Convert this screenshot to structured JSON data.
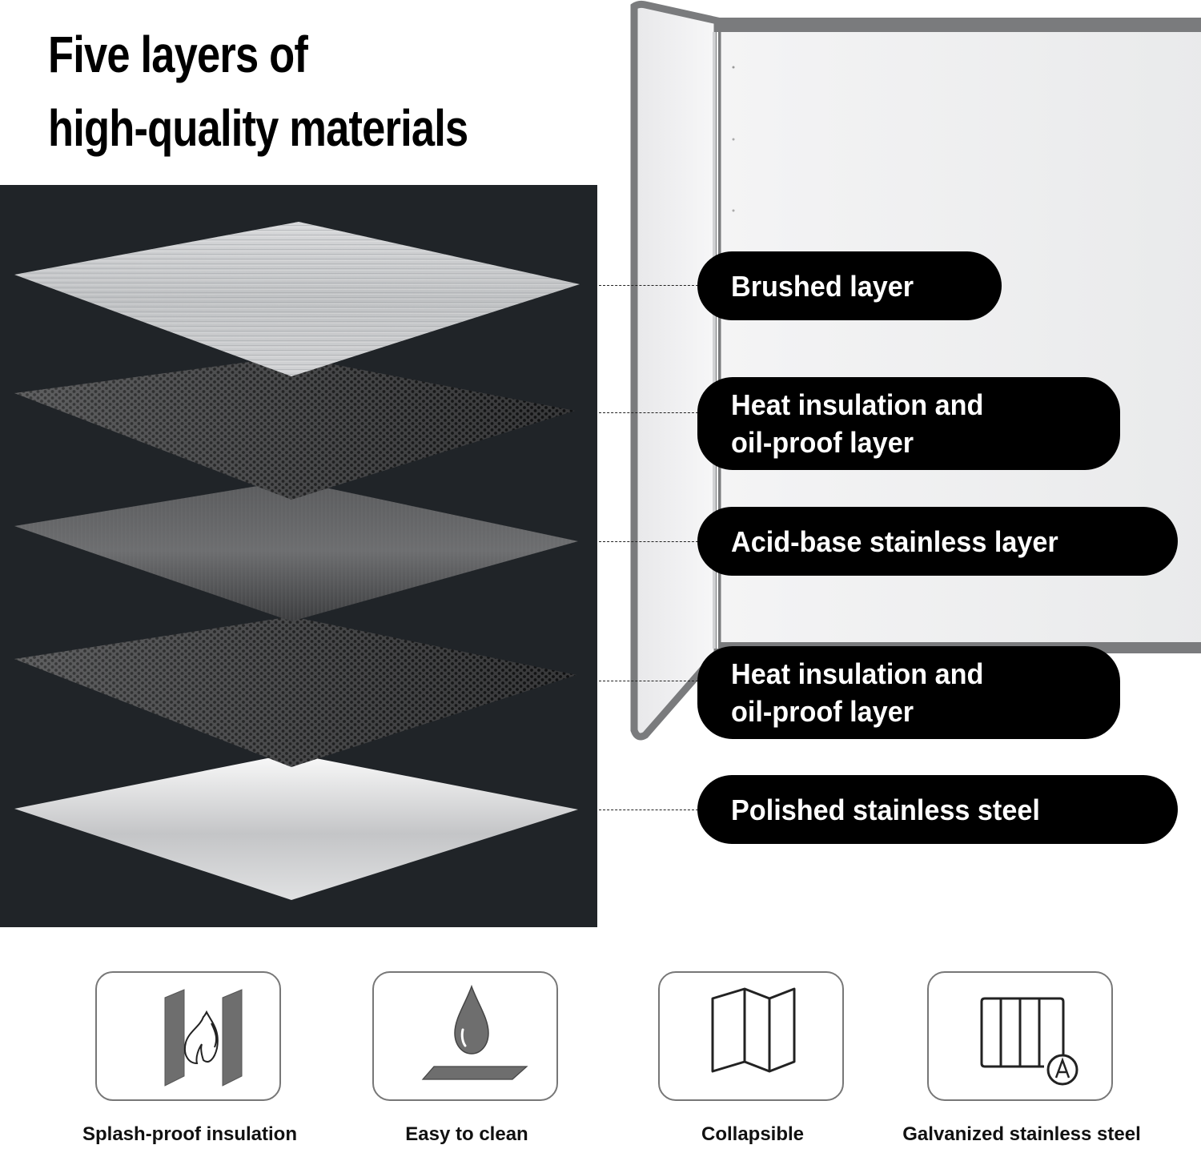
{
  "title": {
    "line1": "Five layers of",
    "line2": "high-quality materials"
  },
  "layers": [
    {
      "label_line1": "Brushed layer",
      "label_line2": "",
      "texture": "brushed-silver"
    },
    {
      "label_line1": "Heat insulation and",
      "label_line2": "oil-proof layer",
      "texture": "perforated-dark"
    },
    {
      "label_line1": "Acid-base stainless layer",
      "label_line2": "",
      "texture": "dark-brushed"
    },
    {
      "label_line1": "Heat insulation and",
      "label_line2": "oil-proof layer",
      "texture": "perforated-dark"
    },
    {
      "label_line1": "Polished stainless steel",
      "label_line2": "",
      "texture": "polished-silver"
    }
  ],
  "features": [
    {
      "icon": "fire-barrier-icon",
      "label": "Splash-proof insulation"
    },
    {
      "icon": "water-drop-icon",
      "label": "Easy to clean"
    },
    {
      "icon": "folding-panel-icon",
      "label": "Collapsible"
    },
    {
      "icon": "galvanized-steel-icon",
      "label": "Galvanized stainless steel"
    }
  ],
  "colors": {
    "dark_panel": "#202428",
    "pill_bg": "#000000",
    "pill_text": "#ffffff",
    "icon_gray": "#6e6e6e",
    "frame_gray": "#7a7b7d"
  }
}
